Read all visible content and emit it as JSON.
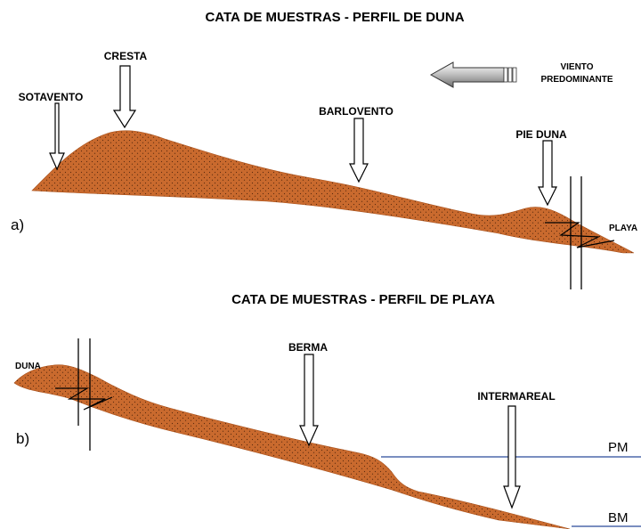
{
  "dune": {
    "title": "CATA DE MUESTRAS - PERFIL DE DUNA",
    "panel": "a)",
    "labels": {
      "cresta": "CRESTA",
      "sotavento": "SOTAVENTO",
      "barlovento": "BARLOVENTO",
      "pie_duna": "PIE DUNA",
      "playa": "PLAYA"
    },
    "wind_line1": "VIENTO",
    "wind_line2": "PREDOMINANTE"
  },
  "beach": {
    "title": "CATA DE MUESTRAS - PERFIL DE PLAYA",
    "panel": "b)",
    "labels": {
      "duna": "DUNA",
      "berma": "BERMA",
      "intermareal": "INTERMAREAL"
    },
    "pm": "PM",
    "bm": "BM"
  },
  "colors": {
    "sand": "#c96a2e",
    "sand_dots": "#5a2a0e",
    "waterline": "#2b4a9a"
  }
}
